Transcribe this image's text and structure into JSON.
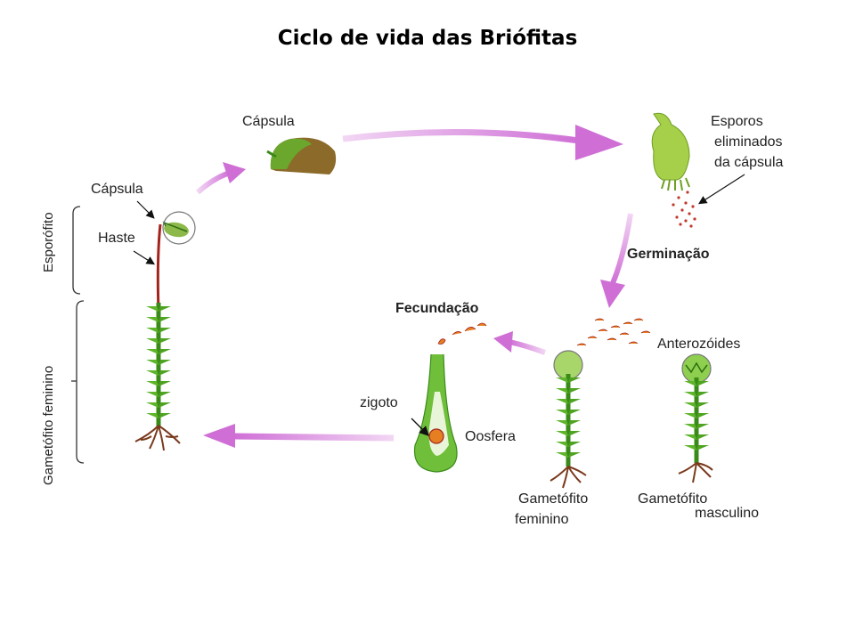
{
  "title": "Ciclo de vida das Briófitas",
  "labels": {
    "capsula_top": "Cápsula",
    "capsula_left": "Cápsula",
    "haste": "Haste",
    "esporos": "Esporos",
    "eliminados": "eliminados",
    "da_capsula": "da cápsula",
    "germinacao": "Germinação",
    "fecundacao": "Fecundação",
    "anterozoides": "Anterozóides",
    "zigoto": "zigoto",
    "oosfera": "Oosfera",
    "gametofito_fem_1": "Gametófito",
    "gametofito_fem_2": "feminino",
    "gametofito_masc_1": "Gametófito",
    "gametofito_masc_2": "masculino",
    "esporofito": "Esporófito",
    "gametofito_feminino_side": "Gametófito feminino"
  },
  "colors": {
    "arrow": "#d27bd8",
    "stem": "#a3241c",
    "leaf": "#5fb52a",
    "leaf_dark": "#3a8a1a",
    "root": "#7a3a1c",
    "capsule": "#8db84a",
    "spore": "#c0392b"
  }
}
